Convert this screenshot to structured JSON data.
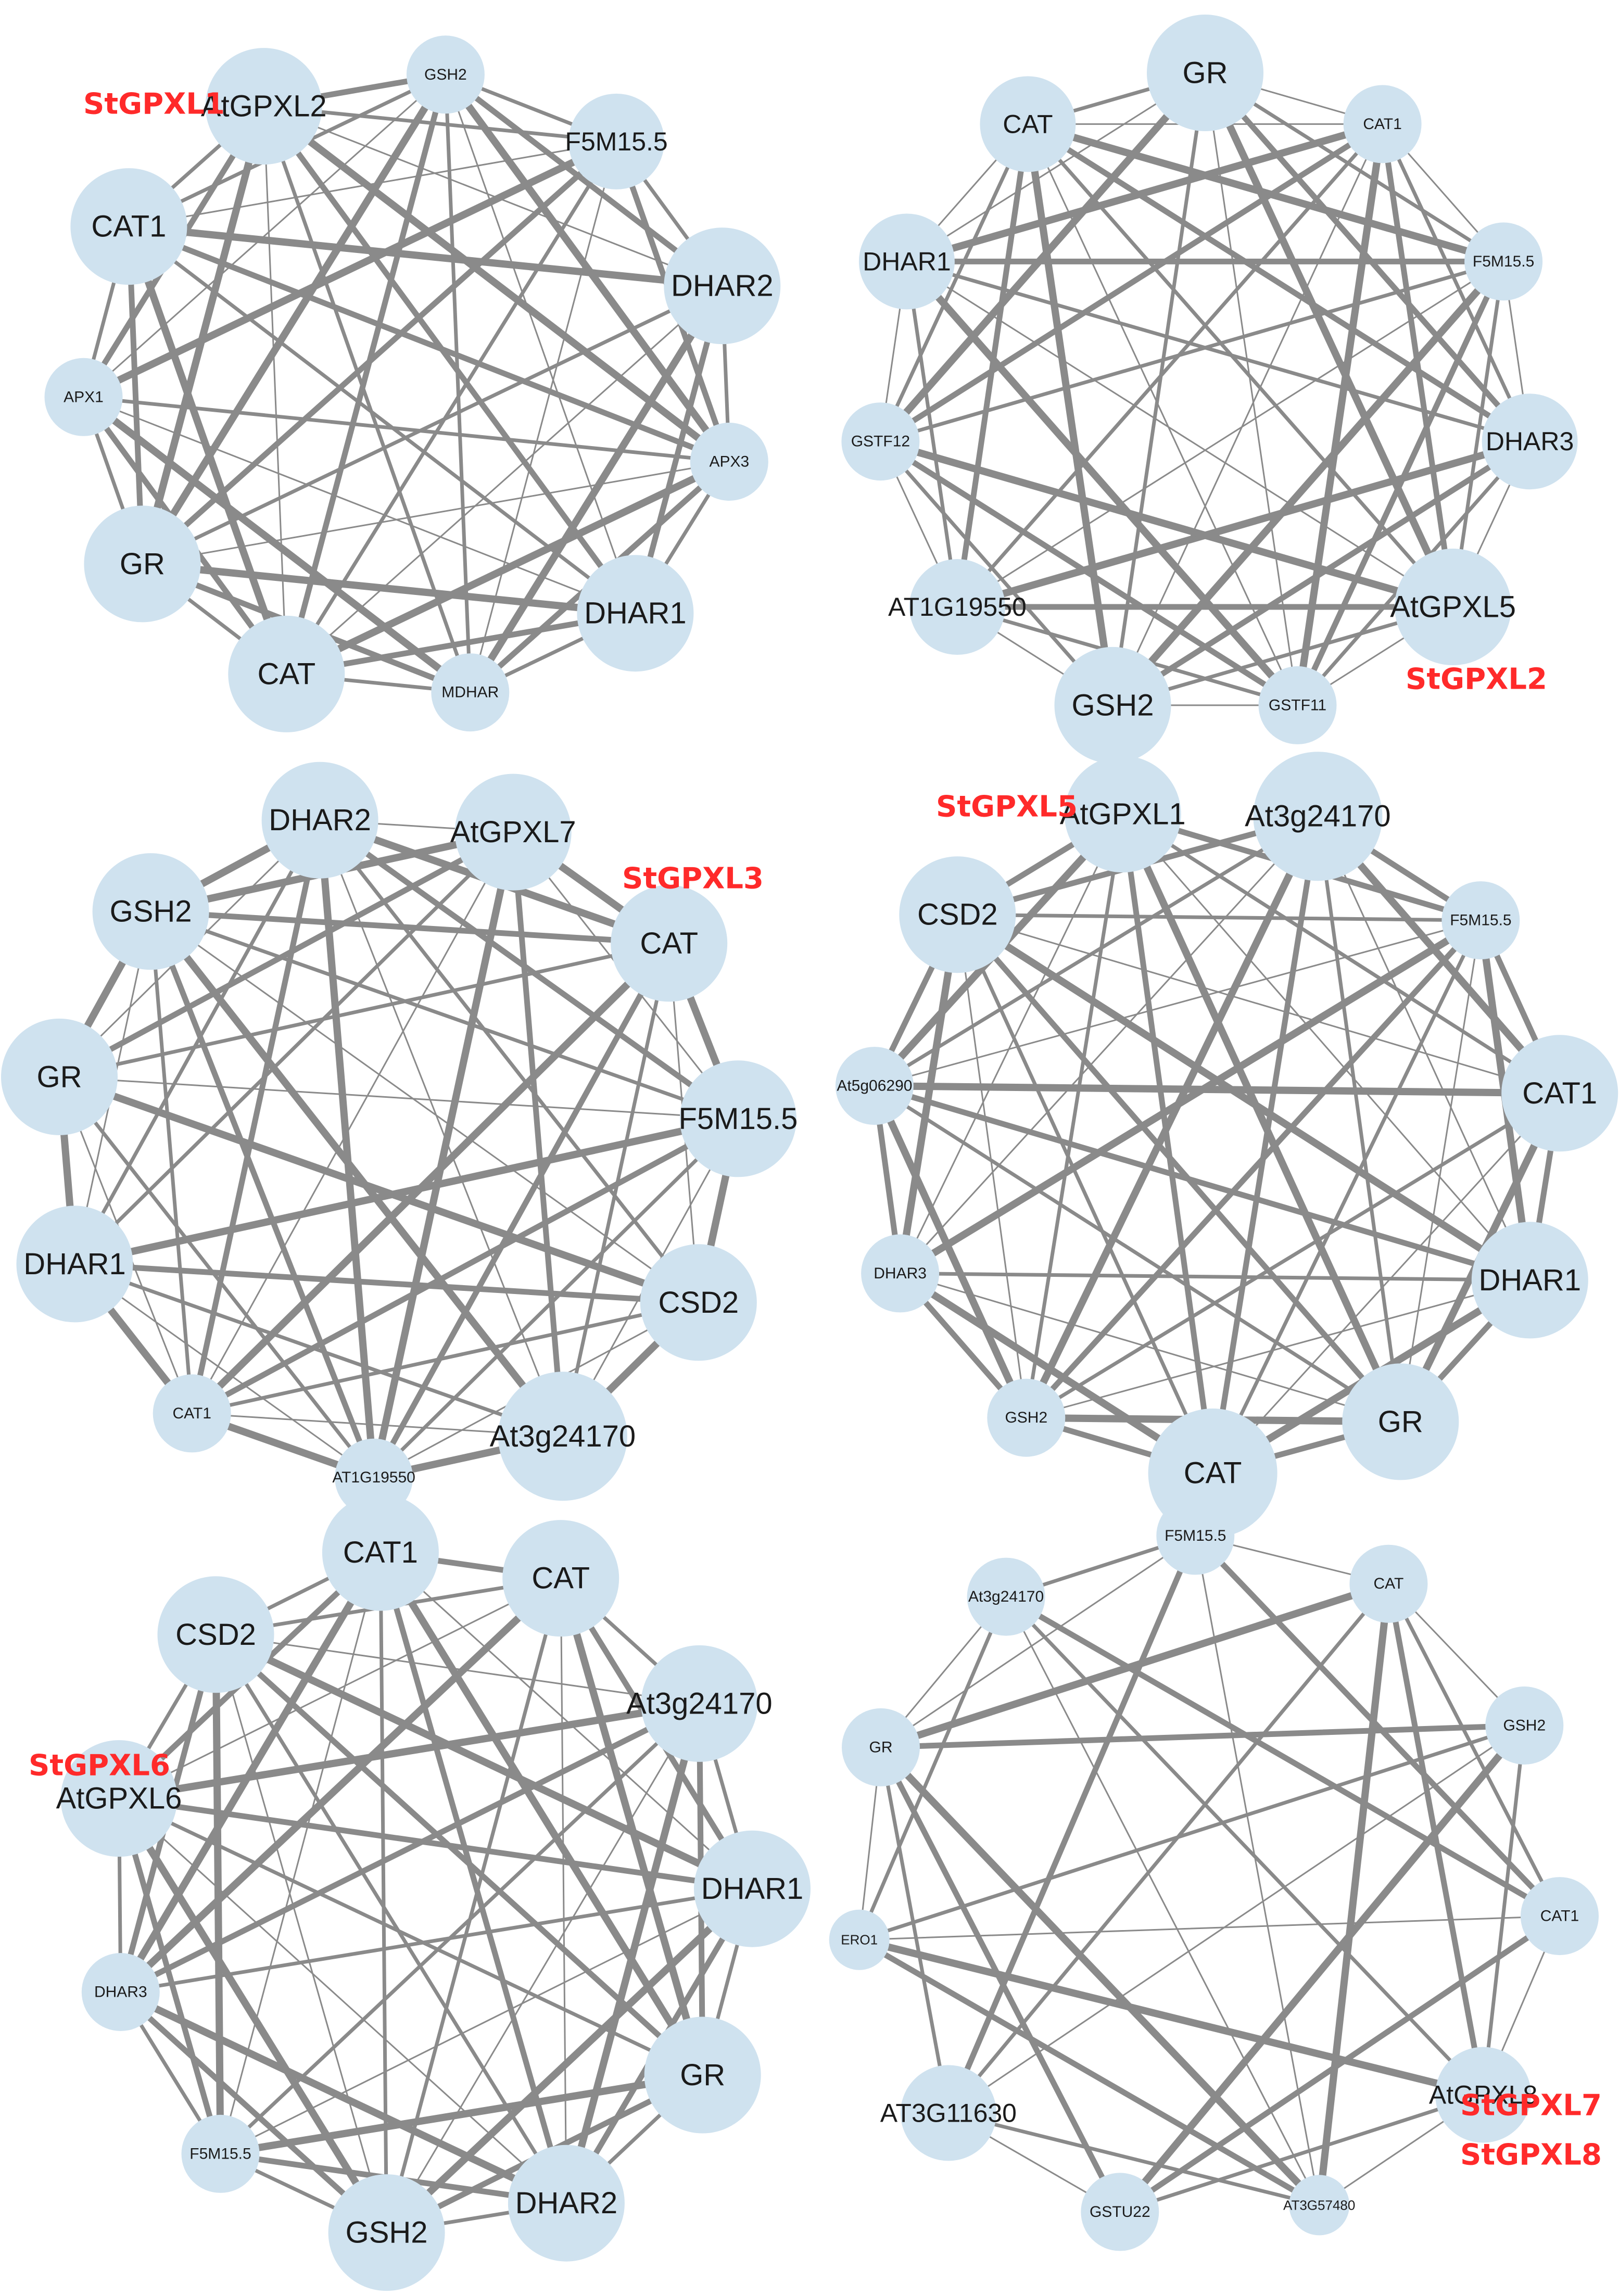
{
  "colors": {
    "node": "#cfe2ef",
    "edge": "#8a8a8a",
    "label": "#1a1a1a",
    "tag": "#ff2a2a"
  },
  "networks": [
    {
      "id": "p1",
      "tags": [
        "StGPXL1"
      ],
      "nodes": [
        {
          "label": "GSH2",
          "size": "s"
        },
        {
          "label": "F5M15.5",
          "size": "m"
        },
        {
          "label": "DHAR2",
          "size": "l"
        },
        {
          "label": "APX3",
          "size": "s"
        },
        {
          "label": "DHAR1",
          "size": "l"
        },
        {
          "label": "MDHAR",
          "size": "s"
        },
        {
          "label": "CAT",
          "size": "l"
        },
        {
          "label": "GR",
          "size": "l"
        },
        {
          "label": "APX1",
          "size": "s"
        },
        {
          "label": "CAT1",
          "size": "l"
        },
        {
          "label": "AtGPXL2",
          "size": "l"
        }
      ]
    },
    {
      "id": "p2",
      "tags": [
        "StGPXL2"
      ],
      "nodes": [
        {
          "label": "GR",
          "size": "l"
        },
        {
          "label": "CAT1",
          "size": "s"
        },
        {
          "label": "F5M15.5",
          "size": "s"
        },
        {
          "label": "DHAR3",
          "size": "m"
        },
        {
          "label": "AtGPXL5",
          "size": "l"
        },
        {
          "label": "GSTF11",
          "size": "s"
        },
        {
          "label": "GSH2",
          "size": "l"
        },
        {
          "label": "AT1G19550",
          "size": "m"
        },
        {
          "label": "GSTF12",
          "size": "s"
        },
        {
          "label": "DHAR1",
          "size": "m"
        },
        {
          "label": "CAT",
          "size": "m"
        }
      ]
    },
    {
      "id": "p3",
      "tags": [
        "StGPXL3"
      ],
      "nodes": [
        {
          "label": "AtGPXL7",
          "size": "l"
        },
        {
          "label": "CAT",
          "size": "l"
        },
        {
          "label": "F5M15.5",
          "size": "l"
        },
        {
          "label": "CSD2",
          "size": "l"
        },
        {
          "label": "At3g24170",
          "size": "xl"
        },
        {
          "label": "AT1G19550",
          "size": "s"
        },
        {
          "label": "CAT1",
          "size": "s"
        },
        {
          "label": "DHAR1",
          "size": "l"
        },
        {
          "label": "GR",
          "size": "l"
        },
        {
          "label": "GSH2",
          "size": "l"
        },
        {
          "label": "DHAR2",
          "size": "l"
        }
      ]
    },
    {
      "id": "p4",
      "tags": [
        "StGPXL5"
      ],
      "nodes": [
        {
          "label": "At3g24170",
          "size": "xl"
        },
        {
          "label": "F5M15.5",
          "size": "s"
        },
        {
          "label": "CAT1",
          "size": "l"
        },
        {
          "label": "DHAR1",
          "size": "l"
        },
        {
          "label": "GR",
          "size": "l"
        },
        {
          "label": "CAT",
          "size": "xl"
        },
        {
          "label": "GSH2",
          "size": "s"
        },
        {
          "label": "DHAR3",
          "size": "s"
        },
        {
          "label": "At5g06290",
          "size": "s"
        },
        {
          "label": "CSD2",
          "size": "l"
        },
        {
          "label": "AtGPXL1",
          "size": "l"
        }
      ]
    },
    {
      "id": "p5",
      "tags": [
        "StGPXL6"
      ],
      "nodes": [
        {
          "label": "CAT",
          "size": "l"
        },
        {
          "label": "At3g24170",
          "size": "l"
        },
        {
          "label": "DHAR1",
          "size": "l"
        },
        {
          "label": "GR",
          "size": "l"
        },
        {
          "label": "DHAR2",
          "size": "l"
        },
        {
          "label": "GSH2",
          "size": "l"
        },
        {
          "label": "F5M15.5",
          "size": "s"
        },
        {
          "label": "DHAR3",
          "size": "s"
        },
        {
          "label": "AtGPXL6",
          "size": "l"
        },
        {
          "label": "CSD2",
          "size": "l"
        },
        {
          "label": "CAT1",
          "size": "l"
        }
      ]
    },
    {
      "id": "p6",
      "tags": [
        "StGPXL7",
        "StGPXL8"
      ],
      "nodes": [
        {
          "label": "F5M15.5",
          "size": "s"
        },
        {
          "label": "CAT",
          "size": "s"
        },
        {
          "label": "GSH2",
          "size": "s"
        },
        {
          "label": "CAT1",
          "size": "s"
        },
        {
          "label": "AtGPXL8",
          "size": "m"
        },
        {
          "label": "AT3G57480",
          "size": "xs"
        },
        {
          "label": "GSTU22",
          "size": "s"
        },
        {
          "label": "AT3G11630",
          "size": "m"
        },
        {
          "label": "ERO1",
          "size": "xs"
        },
        {
          "label": "GR",
          "size": "s"
        },
        {
          "label": "At3g24170",
          "size": "s"
        }
      ]
    }
  ]
}
